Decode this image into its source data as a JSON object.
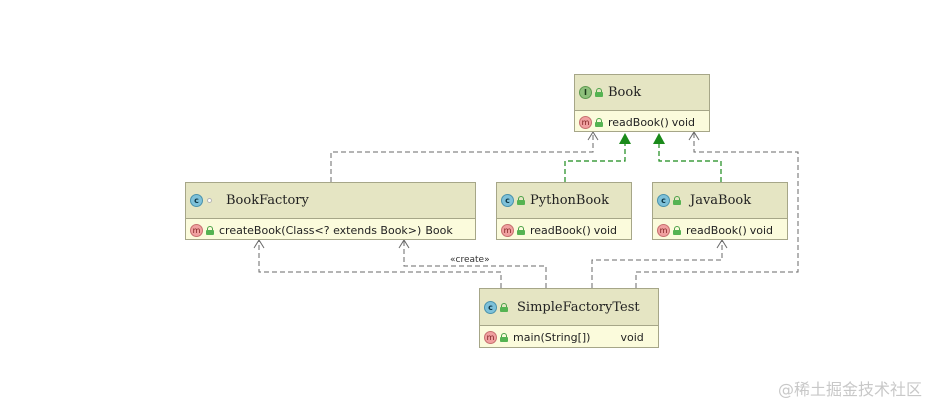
{
  "classes": {
    "book": {
      "name": "Book",
      "kind_icon": "interface-icon",
      "kind_letter": "I",
      "method_letter": "m",
      "method": "readBook()",
      "return_type": "void"
    },
    "book_factory": {
      "name": "BookFactory",
      "kind_icon": "class-icon",
      "kind_letter": "c",
      "method_letter": "m",
      "method": "createBook(Class<? extends Book>)",
      "return_type": "Book"
    },
    "python_book": {
      "name": "PythonBook",
      "kind_icon": "class-icon",
      "kind_letter": "c",
      "method_letter": "m",
      "method": "readBook()",
      "return_type": "void"
    },
    "java_book": {
      "name": "JavaBook",
      "kind_icon": "class-icon",
      "kind_letter": "c",
      "method_letter": "m",
      "method": "readBook()",
      "return_type": "void"
    },
    "simple_factory_test": {
      "name": "SimpleFactoryTest",
      "kind_icon": "class-icon",
      "kind_letter": "c",
      "method_letter": "m",
      "method": "main(String[])",
      "return_type": "void"
    }
  },
  "relations": {
    "create_label": "«create»"
  },
  "colors": {
    "implements_line": "#1a8a1a",
    "dependency_line": "#6a6a6a",
    "box_fill": "#fbfbdc",
    "header_fill": "#e5e5c3"
  },
  "watermark": "@稀土掘金技术社区"
}
